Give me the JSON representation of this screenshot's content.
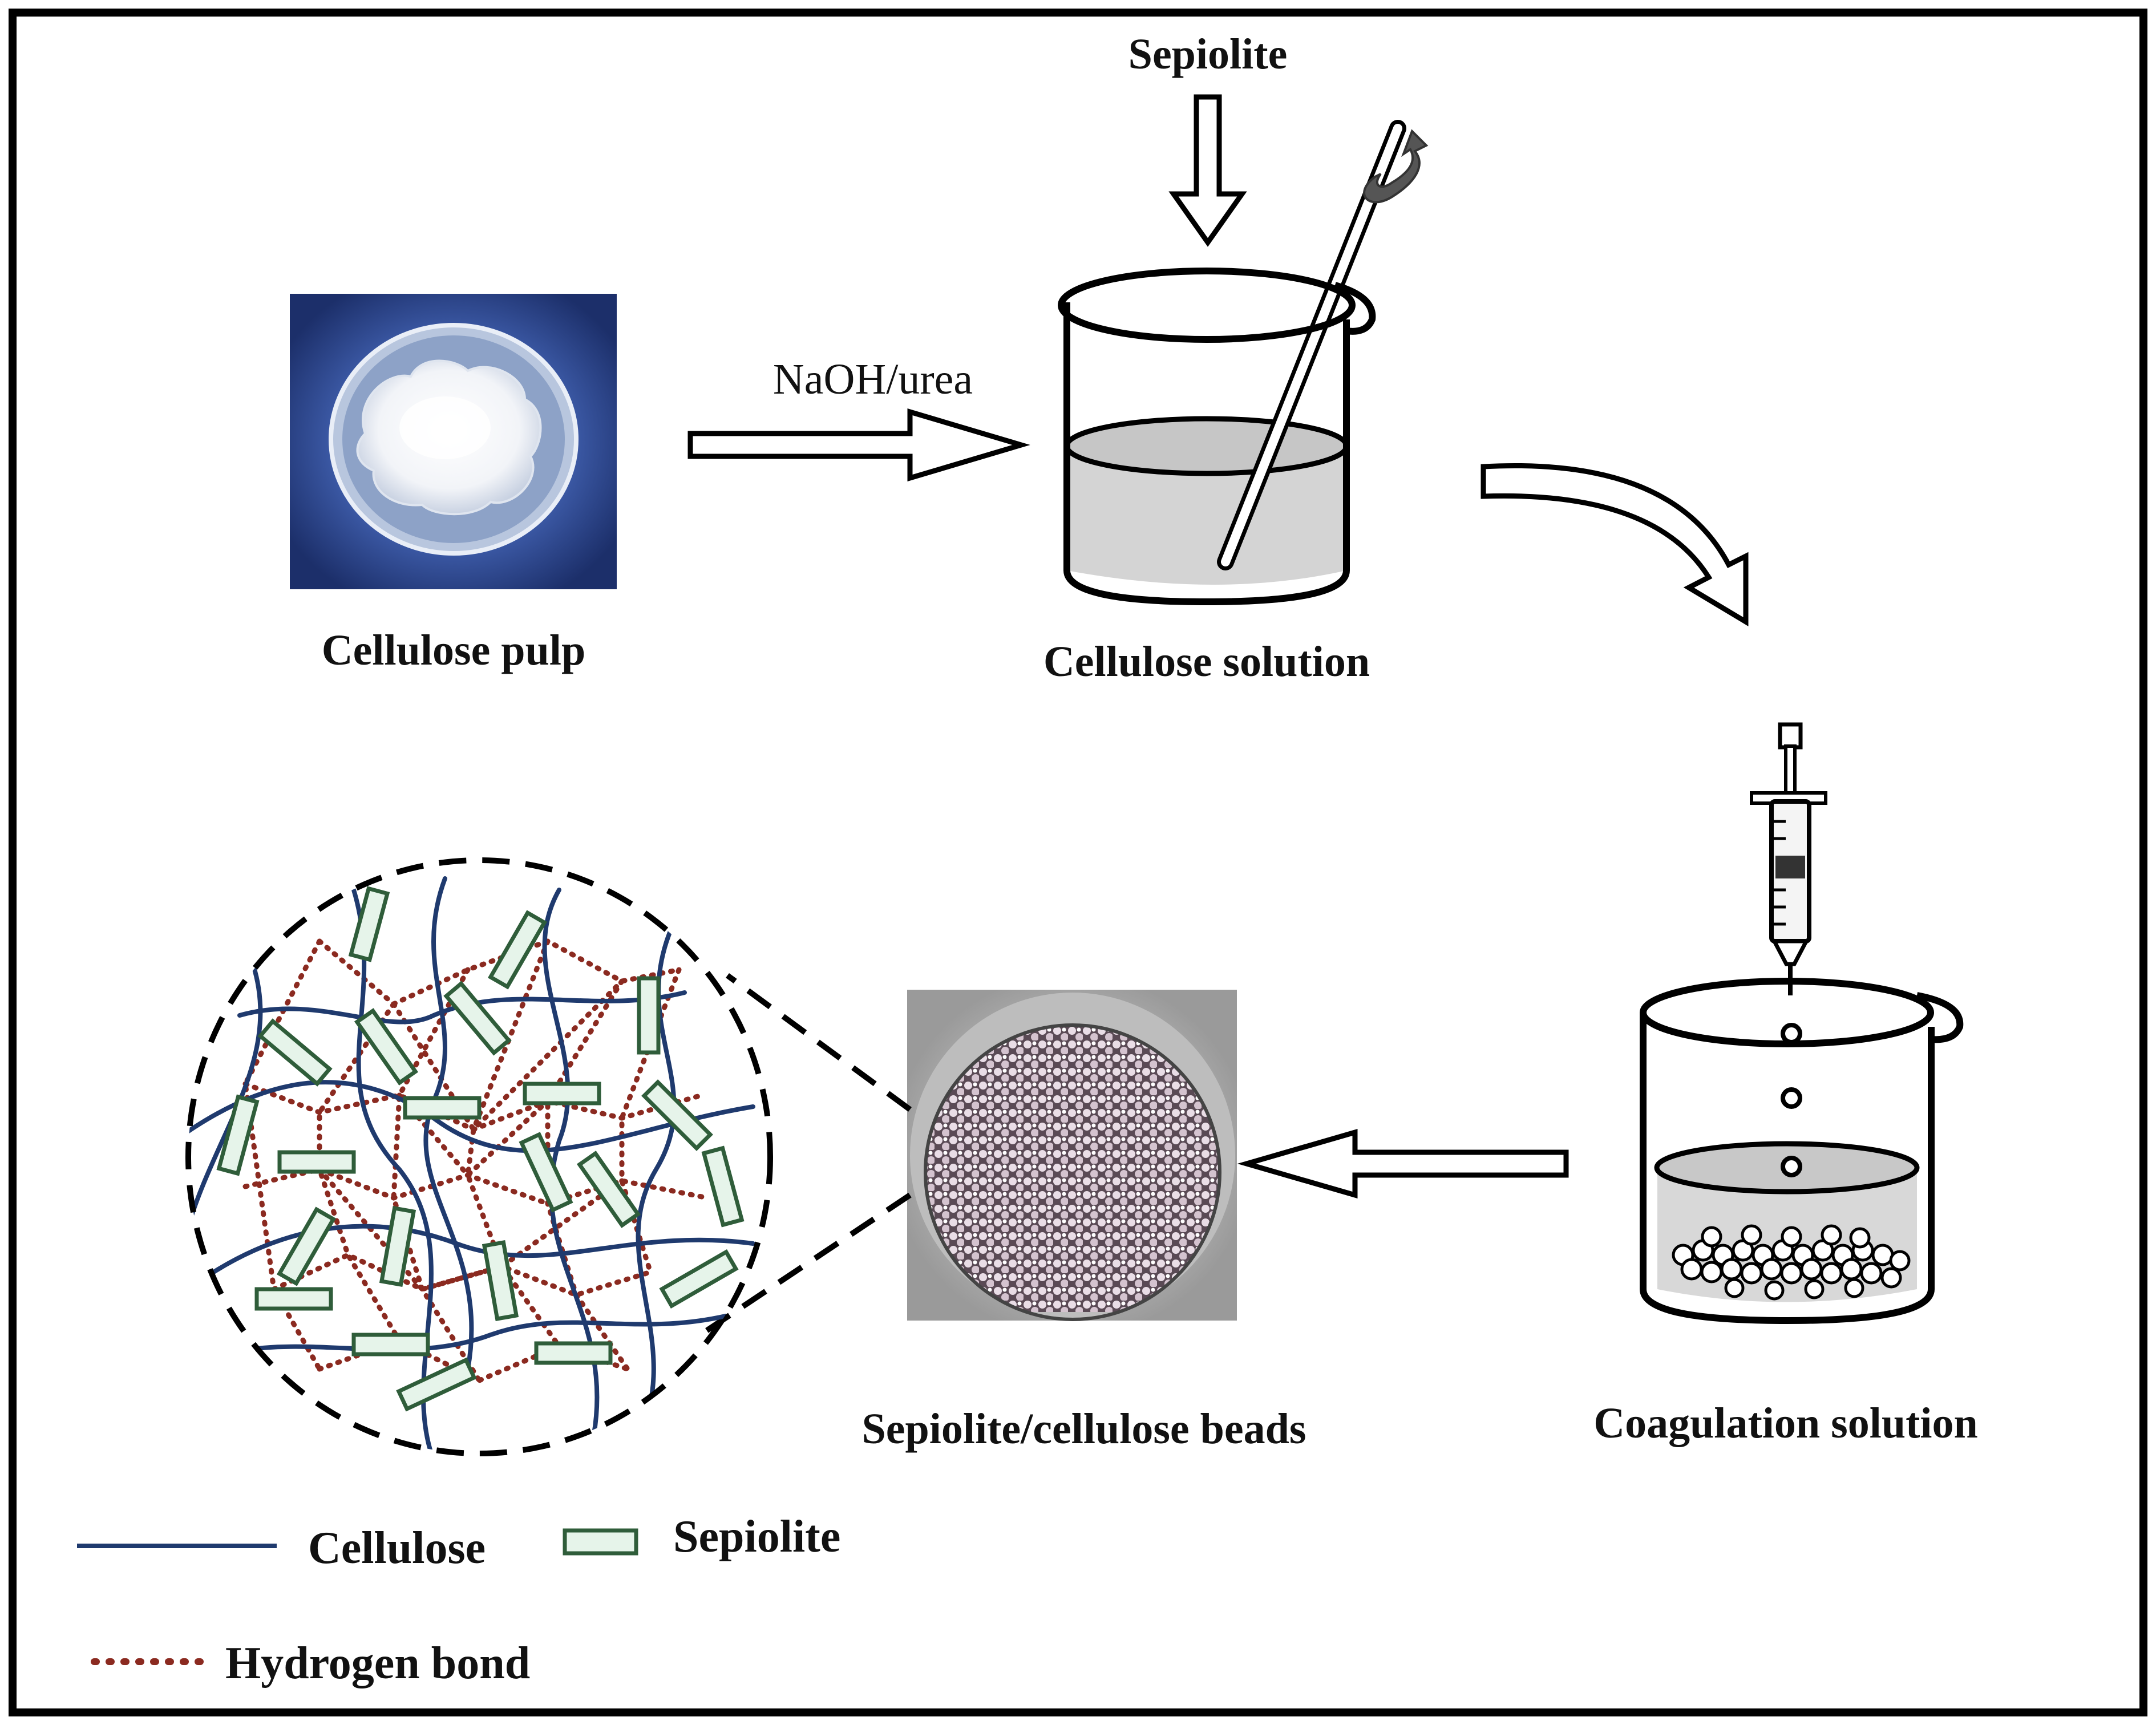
{
  "labels": {
    "sepiolite_top": "Sepiolite",
    "naoh_urea": "NaOH/urea",
    "cellulose_pulp": "Cellulose pulp",
    "cellulose_solution": "Cellulose solution",
    "coagulation_solution": "Coagulation solution",
    "beads": "Sepiolite/cellulose beads"
  },
  "legend": {
    "cellulose": "Cellulose",
    "sepiolite": "Sepiolite",
    "hydrogen_bond": "Hydrogen bond"
  },
  "colors": {
    "cellulose_line": "#1f3a6e",
    "sepiolite_fill": "#e6f4ea",
    "sepiolite_stroke": "#2f5d3a",
    "hydrogen_bond": "#8b2a20",
    "pulp_background": "#3a56a0",
    "liquid": "#d4d4d4"
  }
}
